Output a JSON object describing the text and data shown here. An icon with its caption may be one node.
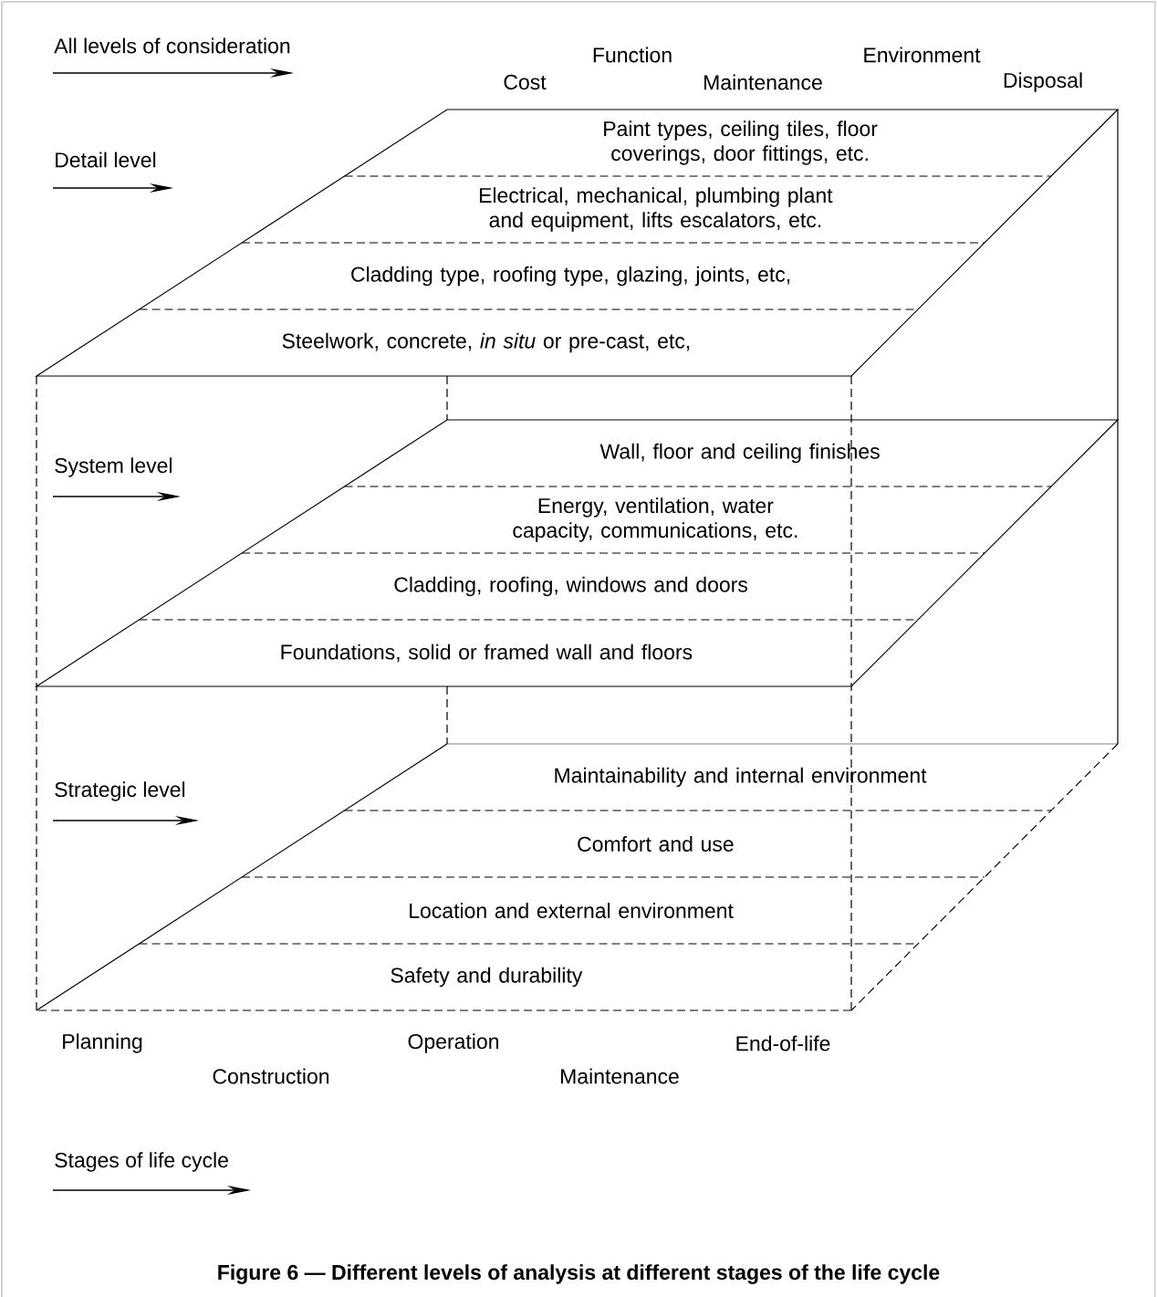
{
  "diagram": {
    "caption": "Figure 6 — Different levels of analysis at different stages of the life cycle",
    "nodes": [
      {
        "text": [
          "Paint types, ceiling tiles, floor coverings, door fittings, etc."
        ]
      },
      {
        "text": [
          "Electrical, mechanical, plumbing plant and equipment, lifts escalators, etc."
        ]
      },
      {
        "text": [
          "Cladding type, roofing type, glazing, joints, etc,"
        ]
      },
      {
        "text": [
          "Steelwork, concrete, *in situ* or pre-cast, etc,"
        ]
      },
      {
        "text": [
          "Wall, floor and ceiling finishes"
        ]
      },
      {
        "text": [
          "Energy, ventilation, water capacity, communications, etc."
        ]
      },
      {
        "text": [
          "Cladding, roofing, windows and doors"
        ]
      },
      {
        "text": [
          "Foundations, solid or framed wall and floors"
        ]
      },
      {
        "text": [
          "Maintainability and internal environment"
        ]
      },
      {
        "text": [
          "Comfort and use"
        ]
      },
      {
        "text": [
          "Location and external environment"
        ]
      },
      {
        "text": [
          "Safety and durability"
        ]
      }
    ],
    "labels": [
      "All levels of consideration",
      "Function",
      "Environment",
      "Cost",
      "Maintenance",
      "Disposal",
      "Detail level",
      "System level",
      "Strategic level",
      "Planning",
      "Operation",
      "End-of-life",
      "Construction",
      "Maintenance",
      "Stages of life cycle"
    ]
  }
}
